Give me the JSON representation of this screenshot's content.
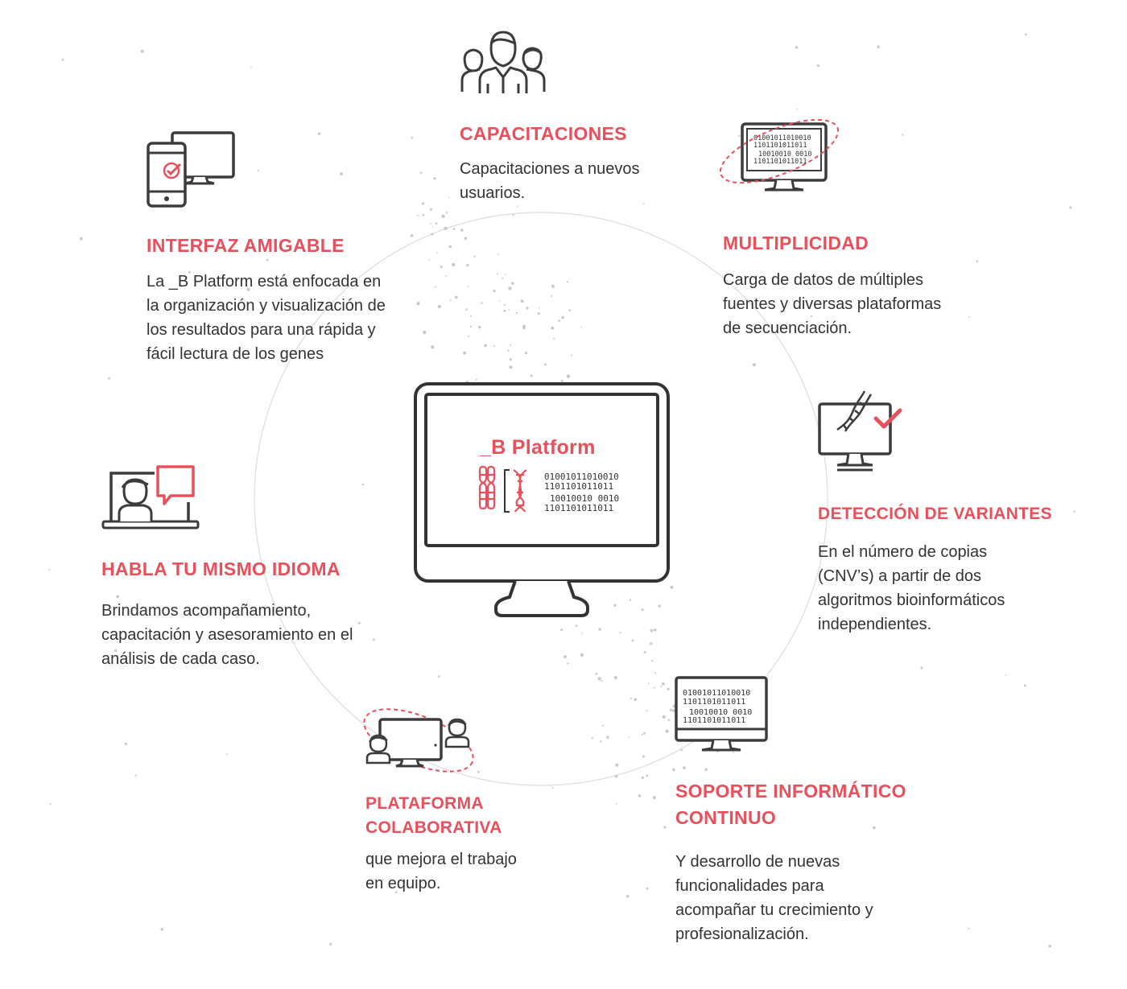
{
  "center": {
    "screen_title": "_B Platform",
    "binary_lines": [
      "01001011010010",
      "1101101011011",
      "10010010 0010",
      "1101101011011"
    ]
  },
  "features": {
    "capacitaciones": {
      "title": "CAPACITACIONES",
      "desc": [
        "Capacitaciones a nuevos",
        "usuarios."
      ],
      "icon": "people-group-icon"
    },
    "multiplicidad": {
      "title": "MULTIPLICIDAD",
      "desc": [
        "Carga de datos de múltiples",
        "fuentes y diversas plataformas",
        "de secuenciación."
      ],
      "icon": "monitor-binary-orbit-icon",
      "binary_lines": [
        "01001011010010",
        "1101101011011",
        "10010010 0010",
        "1101101011011"
      ]
    },
    "interfaz": {
      "title": "INTERFAZ AMIGABLE",
      "desc": [
        "La _B Platform está enfocada en",
        "la organización y visualización de",
        "los resultados para una rápida y",
        "fácil lectura de los genes"
      ],
      "icon": "phone-and-monitor-icon"
    },
    "deteccion": {
      "title": "DETECCIÓN DE VARIANTES",
      "desc": [
        "En el número de copias",
        "(CNV’s) a partir de dos",
        "algoritmos bioinformáticos",
        "independientes."
      ],
      "icon": "monitor-dna-check-icon"
    },
    "idioma": {
      "title": "HABLA TU MISMO IDIOMA",
      "desc": [
        "Brindamos acompañamiento,",
        "capacitación y asesoramiento en el",
        "análisis de cada caso."
      ],
      "icon": "video-call-chat-icon"
    },
    "soporte": {
      "title": [
        "SOPORTE INFORMÁTICO",
        "CONTINUO"
      ],
      "desc": [
        "Y desarrollo de nuevas",
        "funcionalidades para",
        "acompañar tu crecimiento y",
        "profesionalización."
      ],
      "icon": "monitor-binary-icon",
      "binary_lines": [
        "01001011010010",
        "1101101011011",
        "10010010 0010",
        "1101101011011"
      ]
    },
    "colaborativa": {
      "title": [
        "PLATAFORMA",
        "COLABORATIVA"
      ],
      "desc": [
        "que mejora el trabajo",
        "en equipo."
      ],
      "icon": "team-monitor-orbit-icon"
    }
  },
  "colors": {
    "accent": "#e8505b",
    "icon_stroke": "#3c3c3c",
    "text": "#333333",
    "circle": "#d9d9d9"
  }
}
